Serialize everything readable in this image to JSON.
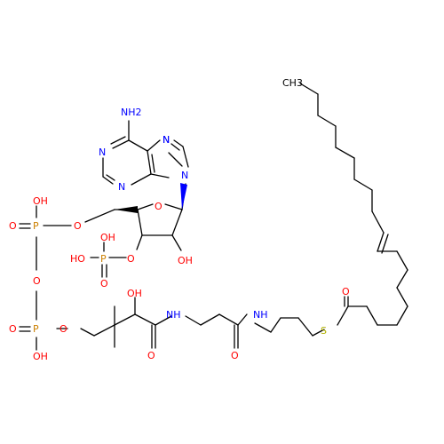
{
  "molecule": {
    "atoms": {
      "nh2": "NH2",
      "n_ring_top": "N",
      "n_ring_left": "N",
      "n_ring_bottom": "N",
      "n_imid_top": "N",
      "n_imid_glyco": "N",
      "o_ribose": "O",
      "o_ch2": "O",
      "oh_ribose": "OH",
      "o_3prime": "O",
      "p_3prime": "P",
      "oh_3p_top": "OH",
      "ho_3p_left": "HO",
      "o_3p_dbl": "O",
      "p_upper": "P",
      "oh_p_upper": "OH",
      "o_p_upper_dbl": "O",
      "o_bridge": "O",
      "p_lower": "P",
      "o_p_lower_dbl": "O",
      "o_p_lower_ester": "O",
      "oh_p_lower": "OH",
      "oh_pantoate": "OH",
      "o_amide1": "O",
      "nh_amide1": "NH",
      "o_amide2": "O",
      "nh_amide2": "NH",
      "s_thioester": "S",
      "o_thioester": "O",
      "ch3_terminal": "CH3"
    }
  }
}
